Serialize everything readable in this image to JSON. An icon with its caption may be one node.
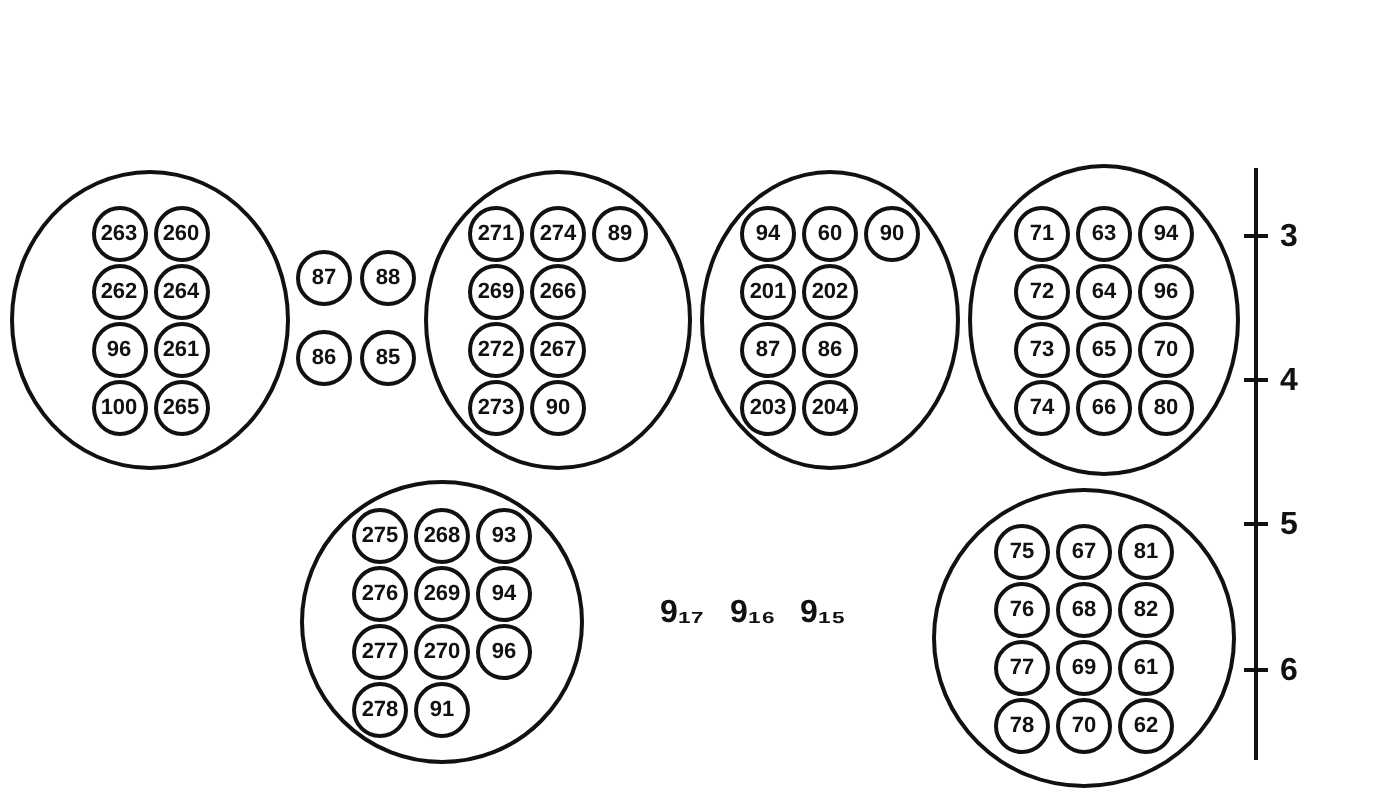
{
  "diagram": {
    "nodes": [
      {
        "text": [],
        "shape": "circle"
      },
      {
        "text": [
          "263"
        ],
        "in": 0
      },
      {
        "text": [
          "262"
        ],
        "in": 0
      },
      {
        "text": [
          "96"
        ],
        "in": 0
      },
      {
        "text": [
          "100"
        ],
        "in": 0
      },
      {
        "text": [
          "260"
        ],
        "in": 0
      },
      {
        "text": [
          "264"
        ],
        "in": 0
      },
      {
        "text": [
          "261"
        ],
        "in": 0
      },
      {
        "text": [
          "265"
        ],
        "in": 0
      },
      {
        "text": [
          "87"
        ]
      },
      {
        "text": [
          "88"
        ]
      },
      {
        "text": [
          "86"
        ]
      },
      {
        "text": [
          "85"
        ]
      },
      {
        "text": [],
        "shape": "circle"
      },
      {
        "text": [
          "271"
        ],
        "in": 13
      },
      {
        "text": [
          "269"
        ],
        "in": 13
      },
      {
        "text": [
          "272"
        ],
        "in": 13
      },
      {
        "text": [
          "273"
        ],
        "in": 13
      },
      {
        "text": [
          "274"
        ],
        "in": 13
      },
      {
        "text": [
          "266"
        ],
        "in": 13
      },
      {
        "text": [
          "267"
        ],
        "in": 13
      },
      {
        "text": [
          "90"
        ],
        "in": 13
      },
      {
        "text": [
          "89"
        ],
        "in": 13
      },
      {
        "text": [],
        "shape": "circle"
      },
      {
        "text": [
          "275"
        ],
        "in": 23
      },
      {
        "text": [
          "276"
        ],
        "in": 23
      },
      {
        "text": [
          "277"
        ],
        "in": 23
      },
      {
        "text": [
          "278"
        ],
        "in": 23
      },
      {
        "text": [
          "268"
        ],
        "in": 23
      },
      {
        "text": [
          "269"
        ],
        "in": 23
      },
      {
        "text": [
          "270"
        ],
        "in": 23
      },
      {
        "text": [
          "91"
        ],
        "in": 23
      },
      {
        "text": [
          "93"
        ],
        "in": 23
      },
      {
        "text": [
          "94"
        ],
        "in": 23
      },
      {
        "text": [
          "96"
        ],
        "in": 23
      },
      {
        "text": [],
        "shape": "circle"
      },
      {
        "text": [
          "94"
        ],
        "in": 35
      },
      {
        "text": [
          "201"
        ],
        "in": 35
      },
      {
        "text": [
          "87"
        ],
        "in": 35
      },
      {
        "text": [
          "203"
        ],
        "in": 35
      },
      {
        "text": [
          "60"
        ],
        "in": 35
      },
      {
        "text": [
          "202"
        ],
        "in": 35
      },
      {
        "text": [
          "86"
        ],
        "in": 35
      },
      {
        "text": [
          "204"
        ],
        "in": 35
      },
      {
        "text": [
          "90"
        ],
        "in": 35
      },
      {
        "text": [],
        "shape": "circle"
      },
      {
        "text": [
          "71"
        ],
        "in": 45
      },
      {
        "text": [
          "72"
        ],
        "in": 45
      },
      {
        "text": [
          "73"
        ],
        "in": 45
      },
      {
        "text": [
          "74"
        ],
        "in": 45
      },
      {
        "text": [
          "63"
        ],
        "in": 45
      },
      {
        "text": [
          "64"
        ],
        "in": 45
      },
      {
        "text": [
          "65"
        ],
        "in": 45
      },
      {
        "text": [
          "66"
        ],
        "in": 45
      },
      {
        "text": [
          "94"
        ],
        "in": 45
      },
      {
        "text": [
          "96"
        ],
        "in": 45
      },
      {
        "text": [
          "70"
        ],
        "in": 45
      },
      {
        "text": [
          "80"
        ],
        "in": 45
      },
      {
        "text": [],
        "shape": "circle"
      },
      {
        "text": [
          "75"
        ],
        "in": 58
      },
      {
        "text": [
          "76"
        ],
        "in": 58
      },
      {
        "text": [
          "77"
        ],
        "in": 58
      },
      {
        "text": [
          "78"
        ],
        "in": 58
      },
      {
        "text": [
          "67"
        ],
        "in": 58
      },
      {
        "text": [
          "68"
        ],
        "in": 58
      },
      {
        "text": [
          "69"
        ],
        "in": 58
      },
      {
        "text": [
          "70"
        ],
        "in": 58
      },
      {
        "text": [
          "81"
        ],
        "in": 58
      },
      {
        "text": [
          "82"
        ],
        "in": 58
      },
      {
        "text": [
          "61"
        ],
        "in": 58
      },
      {
        "text": [
          "62"
        ],
        "in": 58
      }
    ],
    "edges": [],
    "labels": [
      "9₁₇",
      "9₁₆",
      "9₁₅",
      "3",
      "4",
      "5",
      "6"
    ]
  }
}
